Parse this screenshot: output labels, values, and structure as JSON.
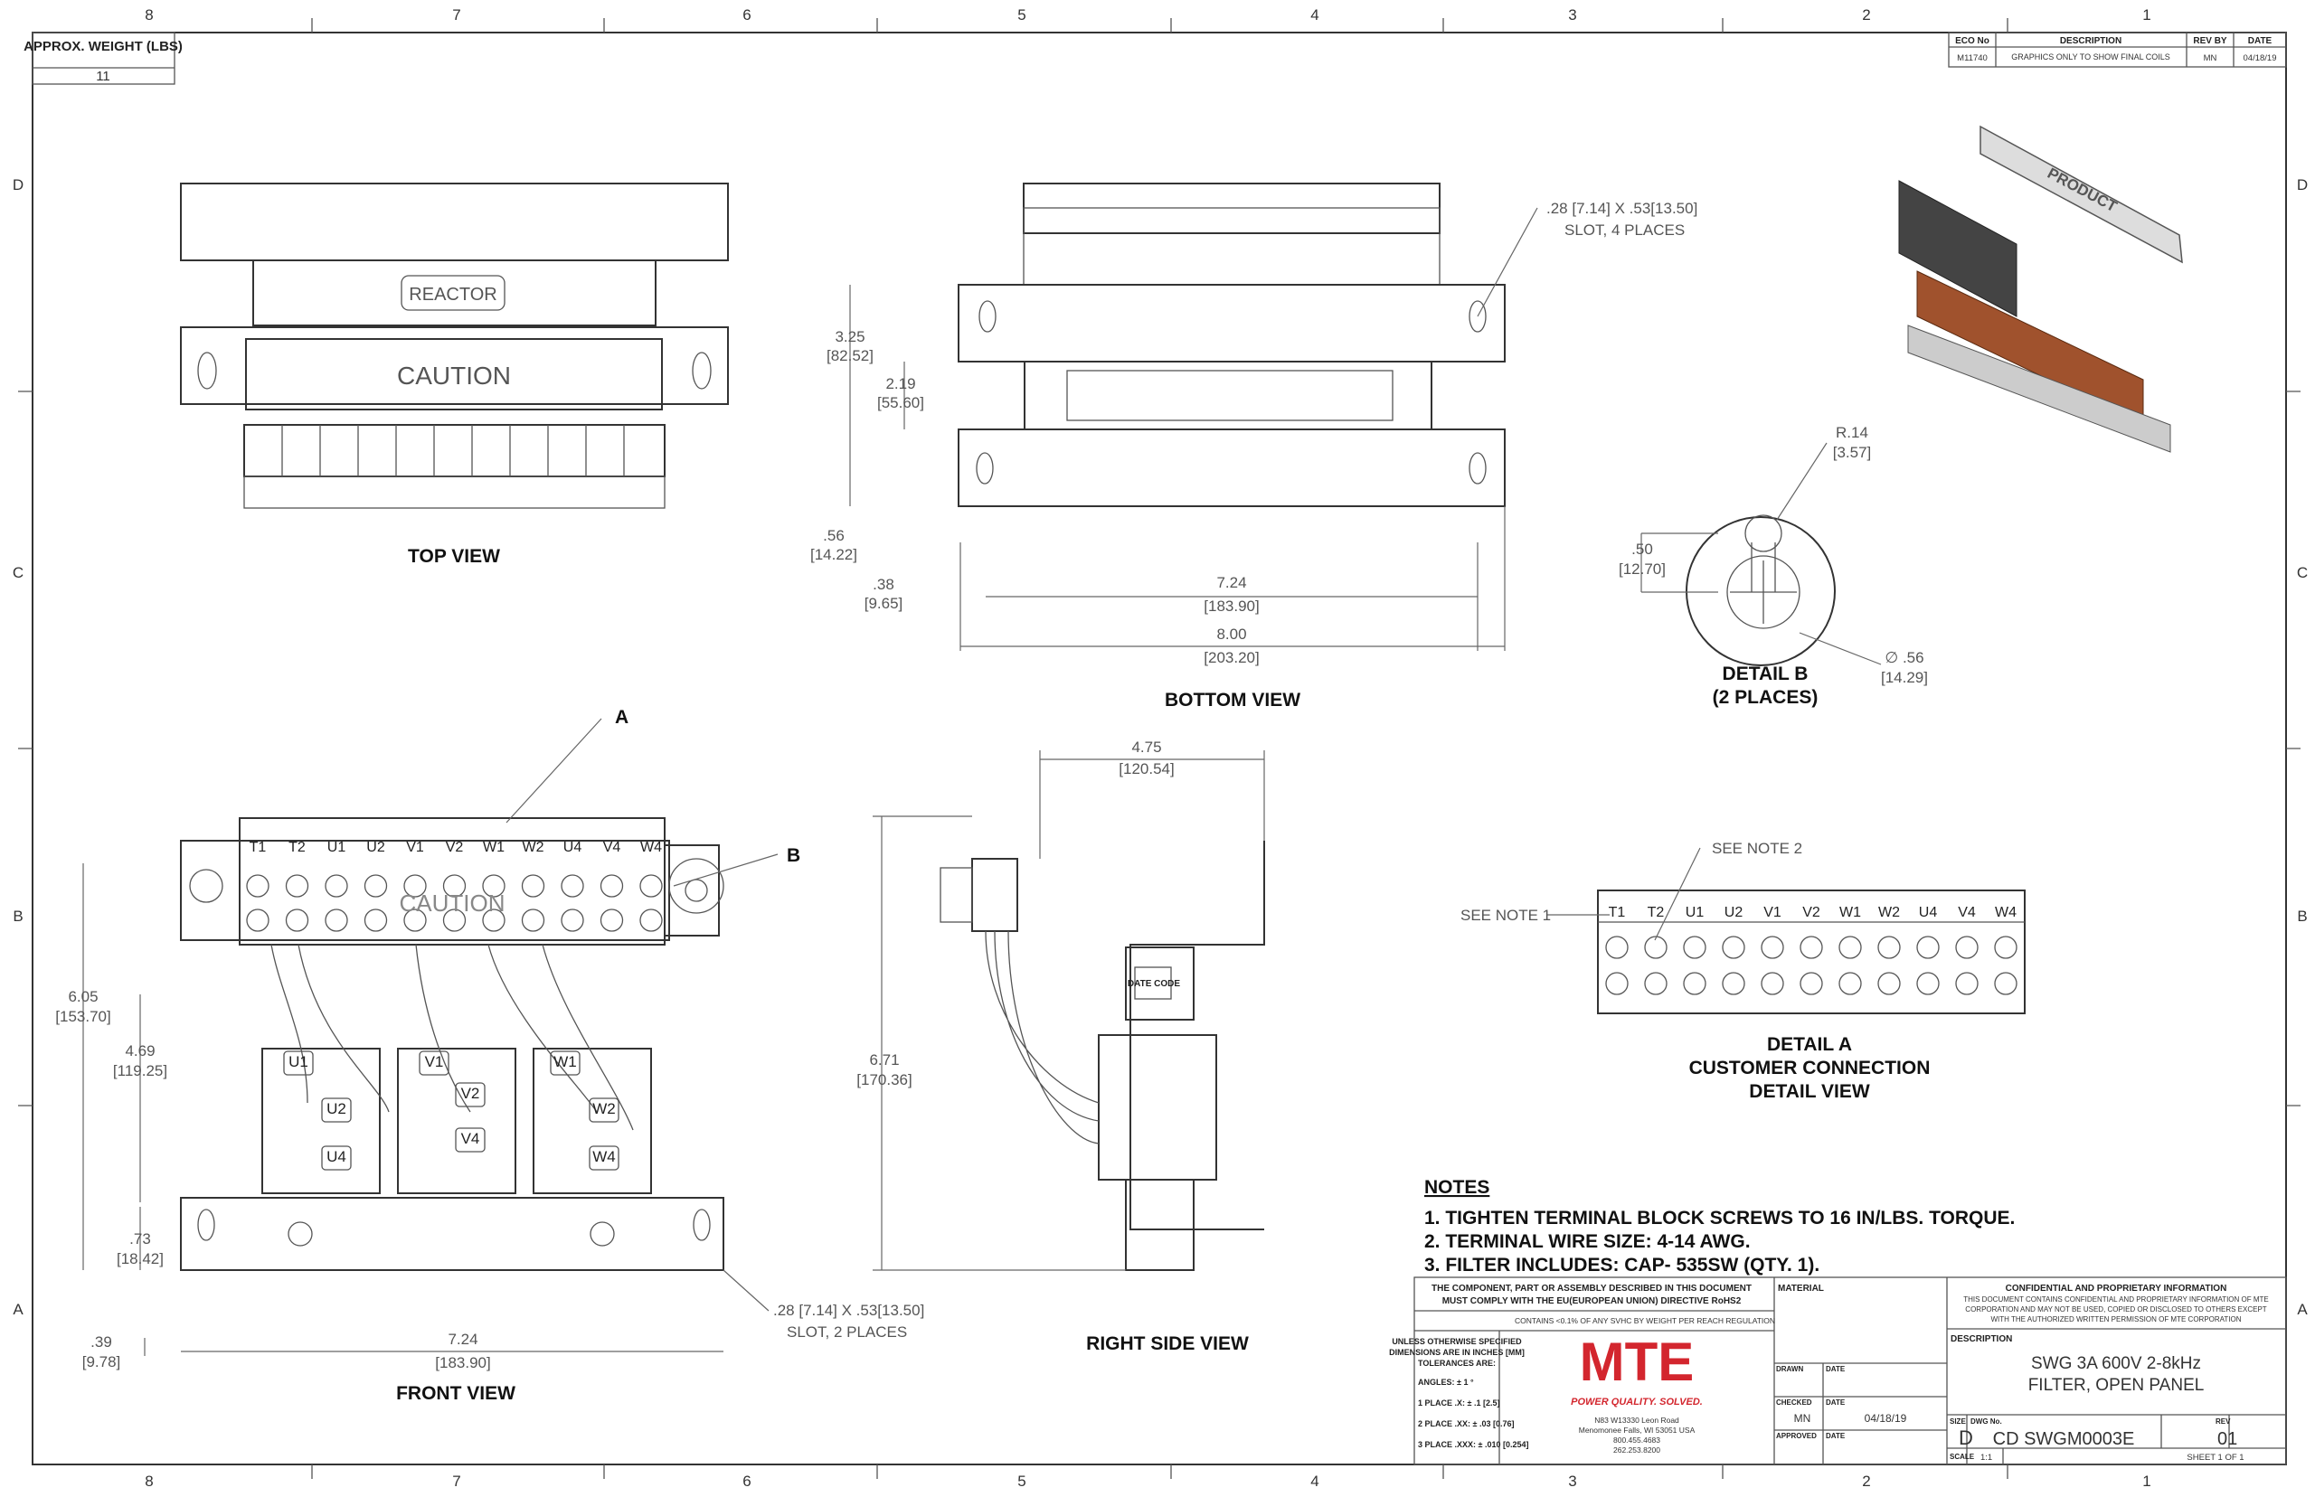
{
  "border": {
    "columns": [
      "8",
      "7",
      "6",
      "5",
      "4",
      "3",
      "2",
      "1"
    ],
    "rows": [
      "D",
      "C",
      "B",
      "A"
    ]
  },
  "weight": {
    "label": "APPROX. WEIGHT (LBS)",
    "value": "11"
  },
  "revision": {
    "headers": [
      "ECO No",
      "DESCRIPTION",
      "REV BY",
      "DATE"
    ],
    "row": {
      "eco": "M11740",
      "description": "GRAPHICS ONLY TO SHOW FINAL COILS",
      "rev_by": "MN",
      "date": "04/18/19"
    }
  },
  "views": {
    "top": {
      "label": "TOP VIEW",
      "plate_reactor": "REACTOR",
      "plate_caution": "CAUTION"
    },
    "bottom": {
      "label": "BOTTOM VIEW",
      "dims": [
        "3.25",
        "[82.52]",
        "2.19",
        "[55.60]",
        ".56",
        "[14.22]",
        ".38",
        "[9.65]",
        "7.24",
        "[183.90]",
        "8.00",
        "[203.20]",
        ".28 [7.14] X .53[13.50]",
        "SLOT, 4 PLACES"
      ]
    },
    "detail_b": {
      "label": "DETAIL B",
      "sub": "(2 PLACES)",
      "dims": [
        "R.14",
        "[3.57]",
        ".50",
        "[12.70]",
        "∅ .56",
        "[14.29]"
      ]
    },
    "front": {
      "label": "FRONT VIEW",
      "callout_a": "A",
      "callout_b": "B",
      "plate": "CAUTION",
      "terminals": [
        "T1",
        "T2",
        "U1",
        "U2",
        "V1",
        "V2",
        "W1",
        "W2",
        "U4",
        "V4",
        "W4"
      ],
      "coils": [
        "U1",
        "U2",
        "U4",
        "V1",
        "V2",
        "V4",
        "W1",
        "W2",
        "W4"
      ],
      "dims": [
        "6.05",
        "[153.70]",
        "4.69",
        "[119.25]",
        ".73",
        "[18.42]",
        ".39",
        "[9.78]",
        "7.24",
        "[183.90]",
        ".28 [7.14] X .53[13.50]",
        "SLOT, 2 PLACES"
      ]
    },
    "right": {
      "label": "RIGHT SIDE VIEW",
      "date_code": "DATE CODE",
      "dims": [
        "4.75",
        "[120.54]",
        "6.71",
        "[170.36]"
      ]
    },
    "detail_a": {
      "label1": "DETAIL A",
      "label2": "CUSTOMER CONNECTION",
      "label3": "DETAIL VIEW",
      "see_note1": "SEE NOTE 1",
      "see_note2": "SEE NOTE 2",
      "terminals": [
        "T1",
        "T2",
        "U1",
        "U2",
        "V1",
        "V2",
        "W1",
        "W2",
        "U4",
        "V4",
        "W4"
      ]
    },
    "iso": {
      "plate": "PRODUCT"
    }
  },
  "notes": {
    "heading": "NOTES",
    "items": [
      "1.  TIGHTEN TERMINAL BLOCK SCREWS TO 16 IN/LBS. TORQUE.",
      "2.  TERMINAL WIRE SIZE: 4-14 AWG.",
      "3.  FILTER INCLUDES: CAP- 535SW (QTY. 1)."
    ]
  },
  "title_block": {
    "rohs1": "THE COMPONENT, PART OR ASSEMBLY DESCRIBED IN THIS DOCUMENT",
    "rohs2": "MUST COMPLY WITH THE EU(EUROPEAN UNION) DIRECTIVE RoHS2",
    "reach": "CONTAINS <0.1% OF ANY SVHC BY WEIGHT PER REACH REGULATION",
    "tol1": "UNLESS OTHERWISE SPECIFIED",
    "tol2": "DIMENSIONS ARE IN INCHES [MM]",
    "tol3": "TOLERANCES ARE:",
    "angles": "ANGLES: ± 1 °",
    "place1": "1 PLACE .X: ± .1 [2.5]",
    "place2": "2 PLACE .XX: ± .03 [0.76]",
    "place3": "3 PLACE .XXX: ± .010 [0.254]",
    "logo": "MTE",
    "tagline": "POWER QUALITY. SOLVED.",
    "address": [
      "N83 W13330 Leon Road",
      "Menomonee Falls, WI 53051 USA",
      "800.455.4683",
      "262.253.8200"
    ],
    "material_label": "MATERIAL",
    "drawn_label": "DRAWN",
    "checked_label": "CHECKED",
    "approved_label": "APPROVED",
    "date_label": "DATE",
    "checked_by": "MN",
    "checked_date": "04/18/19",
    "conf_title": "CONFIDENTIAL AND PROPRIETARY INFORMATION",
    "conf_text": [
      "THIS DOCUMENT CONTAINS CONFIDENTIAL AND PROPRIETARY INFORMATION OF MTE",
      "CORPORATION AND MAY NOT BE USED, COPIED OR DISCLOSED TO OTHERS EXCEPT",
      "WITH THE AUTHORIZED WRITTEN PERMISSION OF MTE CORPORATION"
    ],
    "description_label": "DESCRIPTION",
    "description1": "SWG 3A 600V 2-8kHz",
    "description2": "FILTER, OPEN PANEL",
    "size_label": "SIZE",
    "size": "D",
    "dwg_label": "DWG No.",
    "dwg": "CD SWGM0003E",
    "rev_label": "REV",
    "rev": "01",
    "scale_label": "SCALE",
    "scale": "1:1",
    "sheet": "SHEET 1  OF 1"
  },
  "colors": {
    "logo": "#d3262e"
  }
}
